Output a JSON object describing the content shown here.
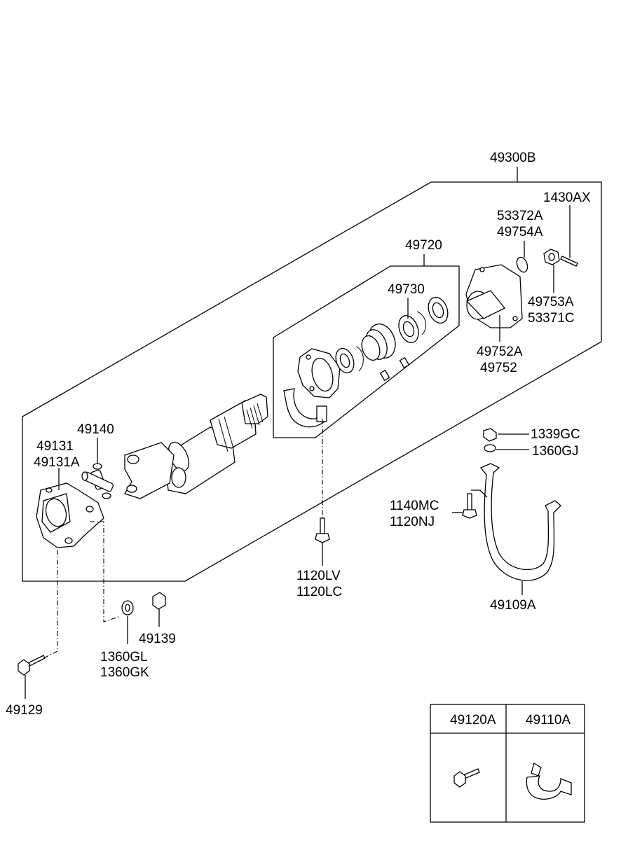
{
  "labels": {
    "assembly": "49300B",
    "pin": "1430AX",
    "washer_a": "53372A",
    "washer_b": "49754A",
    "nut_a": "49753A",
    "nut_b": "53371C",
    "bearing_kit": "49720",
    "bearing": "49730",
    "flange_a": "49752A",
    "flange_b": "49752",
    "spider": "49140",
    "yoke_a": "49131",
    "yoke_b": "49131A",
    "nut_top": "1339GC",
    "washer_top": "1360GJ",
    "bolt_mc": "1140MC",
    "bolt_nj": "1120NJ",
    "bolt_lv": "1120LV",
    "bolt_lc": "1120LC",
    "strap": "49109A",
    "washer_gl": "1360GL",
    "washer_gk": "1360GK",
    "nut_139": "49139",
    "bolt_129": "49129",
    "table_col1": "49120A",
    "table_col2": "49110A"
  }
}
